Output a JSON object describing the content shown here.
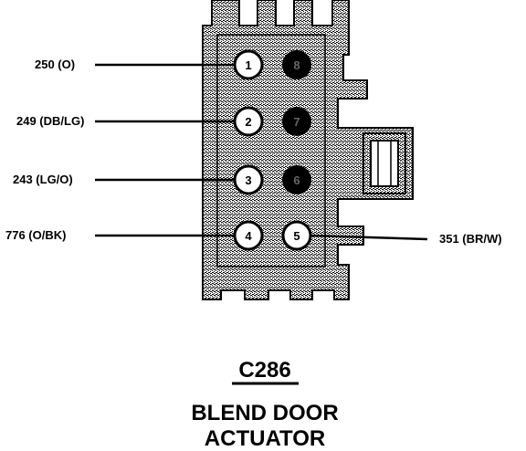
{
  "connector": {
    "id": "C286",
    "caption_line1": "BLEND DOOR",
    "caption_line2": "ACTUATOR"
  },
  "wires": [
    {
      "pin": "1",
      "label": "250 (O)"
    },
    {
      "pin": "2",
      "label": "249 (DB/LG)"
    },
    {
      "pin": "3",
      "label": "243 (LG/O)"
    },
    {
      "pin": "4",
      "label": "776 (O/BK)"
    },
    {
      "pin": "5",
      "label": "351 (BR/W)"
    }
  ],
  "pins": [
    {
      "number": "1",
      "state": "used"
    },
    {
      "number": "2",
      "state": "used"
    },
    {
      "number": "3",
      "state": "used"
    },
    {
      "number": "4",
      "state": "used"
    },
    {
      "number": "5",
      "state": "used"
    },
    {
      "number": "6",
      "state": "unused"
    },
    {
      "number": "7",
      "state": "unused"
    },
    {
      "number": "8",
      "state": "unused"
    }
  ],
  "colors": {
    "ink": "#000000",
    "paper": "#ffffff",
    "housing_fill": "#cfcfcf"
  }
}
